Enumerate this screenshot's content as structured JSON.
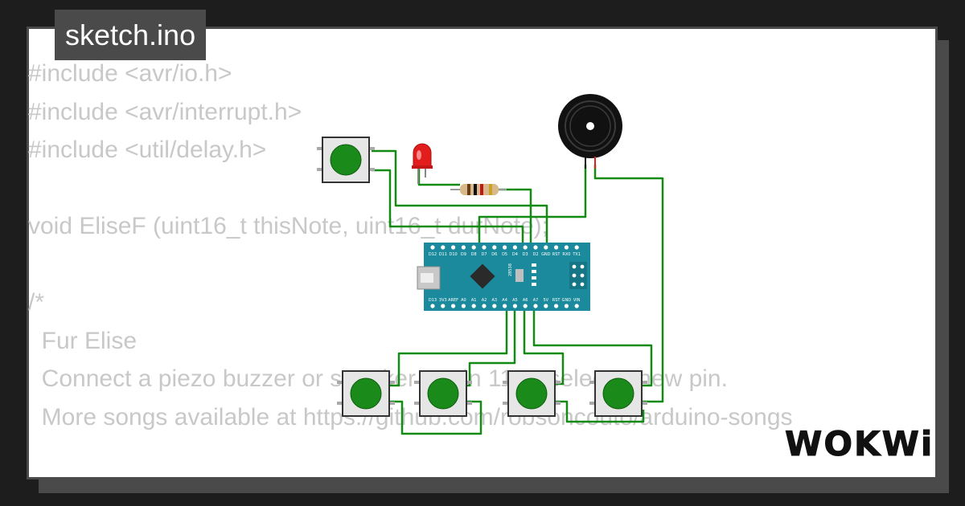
{
  "title": "sketch.ino",
  "code_lines": [
    "#include <avr/io.h>",
    "#include <avr/interrupt.h>",
    "#include <util/delay.h>",
    "",
    "void EliseF (uint16_t thisNote, uint16_t durNote);",
    "",
    "/*",
    "  Fur Elise",
    "  Connect a piezo buzzer or speaker to pin 11 or select a new pin.",
    "  More songs available at https://github.com/robsoncouto/arduino-songs"
  ],
  "board": {
    "pin_labels_top": [
      "D12",
      "D11",
      "D10",
      "D9",
      "D8",
      "D7",
      "D6",
      "D5",
      "D4",
      "D3",
      "D2",
      "GND",
      "RST",
      "RX0",
      "TX1"
    ],
    "pin_labels_bottom": [
      "D13",
      "3V3",
      "AREF",
      "A0",
      "A1",
      "A2",
      "A3",
      "A4",
      "A5",
      "A6",
      "A7",
      "5V",
      "RST",
      "GND",
      "VIN"
    ],
    "chip_label": "28538"
  },
  "logo": "WOKWi",
  "colors": {
    "wire": "#138a13",
    "board": "#1b8a9c",
    "button_cap": "#1a8a1a",
    "led": "#e11d1d",
    "code_text": "#c8c8c8",
    "frame": "#4a4a4a"
  }
}
